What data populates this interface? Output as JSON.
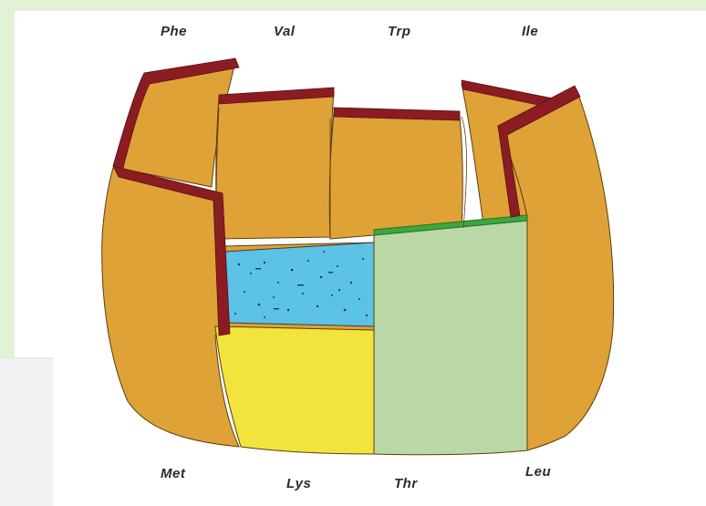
{
  "labels": {
    "top": [
      "Phe",
      "Val",
      "Trp",
      "Ile"
    ],
    "bottom": [
      "Met",
      "Lys",
      "Thr",
      "Leu"
    ]
  },
  "colors": {
    "stave": "#dfa237",
    "stave_stroke": "#5a3d10",
    "rim": "#8b1c22",
    "water": "#5cc2e6",
    "lysine_stave": "#f2e43c",
    "threonine_stave": "#b9d8a5",
    "threonine_rim": "#3aa83e",
    "background_tint": "#e3f1d6"
  }
}
